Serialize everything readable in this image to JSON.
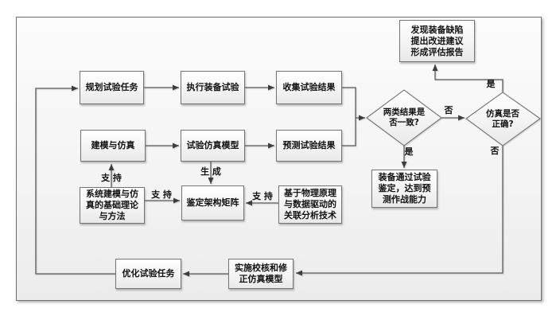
{
  "diagram": {
    "boxes": {
      "plan": "规划试验任务",
      "execute": "执行装备试验",
      "collect": "收集试验结果",
      "modeling": "建模与仿真",
      "sim_model": "试验仿真模型",
      "predict": "预测试验结果",
      "theory": "系统建模与仿\n真的基础理论\n与方法",
      "matrix": "鉴定架构矩阵",
      "analysis": "基于物理原理\n与数据驱动的\n关联分析技术",
      "report": "发现装备缺陷\n提出改进建议\n形成评估报告",
      "passed": "装备通过试验\n鉴定，达到预\n测作战能力",
      "optimize": "优化试验任务",
      "revise": "实施校核和修\n正仿真模型"
    },
    "decisions": {
      "consistent": "两类结果是\n否一致?",
      "sim_correct": "仿真是否\n正确?"
    },
    "labels": {
      "support_theory_modeling": "支 持",
      "support_theory_matrix": "支 持",
      "support_analysis_matrix": "支 持",
      "generate": "生 成",
      "yes_consistent": "是",
      "no_consistent": "否",
      "yes_sim": "是",
      "no_sim": "否"
    },
    "colors": {
      "line": "#595959",
      "arrow": "#3d3d3d",
      "box_border": "#747474",
      "text": "#111111"
    }
  }
}
